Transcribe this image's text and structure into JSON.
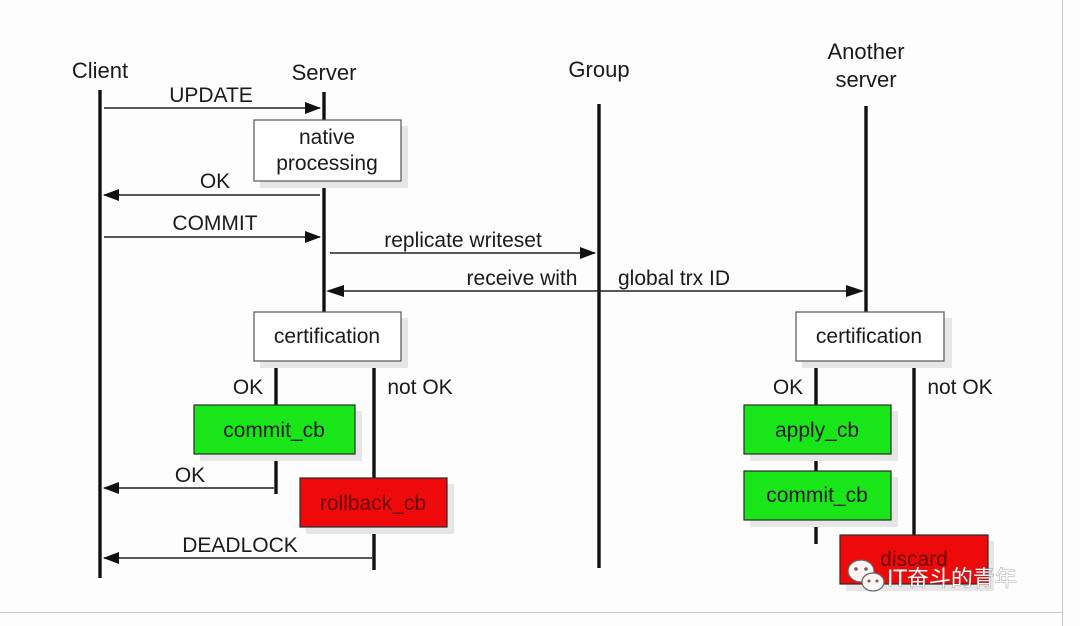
{
  "participants": {
    "client": "Client",
    "server": "Server",
    "group": "Group",
    "another_server_line1": "Another",
    "another_server_line2": "server"
  },
  "messages": {
    "update": "UPDATE",
    "ok_1": "OK",
    "commit": "COMMIT",
    "replicate": "replicate writeset",
    "receive_left": "receive with",
    "receive_right": "global trx ID",
    "ok_2": "OK",
    "deadlock": "DEADLOCK"
  },
  "boxes": {
    "native_line1": "native",
    "native_line2": "processing",
    "certification_server": "certification",
    "certification_another": "certification",
    "commit_cb_server": "commit_cb",
    "rollback_cb": "rollback_cb",
    "apply_cb": "apply_cb",
    "commit_cb_another": "commit_cb",
    "discard": "discard"
  },
  "branches": {
    "server_ok": "OK",
    "server_not_ok": "not OK",
    "another_ok": "OK",
    "another_not_ok": "not OK"
  },
  "watermark": {
    "text": "IT奋斗的青年",
    "icon": "wechat-icon"
  },
  "colors": {
    "success_box": "#19e619",
    "failure_box": "#ee0a0a",
    "neutral_box": "#ffffff"
  }
}
